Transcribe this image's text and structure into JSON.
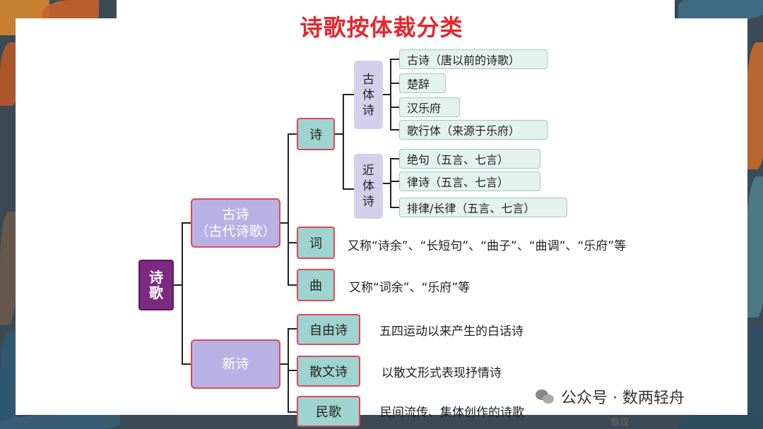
{
  "title": "诗歌按体裁分类",
  "root": {
    "line1": "诗",
    "line2": "歌"
  },
  "ancient": {
    "line1": "古诗",
    "line2": "（古代诗歌）"
  },
  "modern": "新诗",
  "shi": "诗",
  "ci": {
    "label": "词",
    "desc": "又称“诗余”、“长短句”、“曲子”、“曲调”、“乐府”等"
  },
  "qu": {
    "label": "曲",
    "desc": "又称“词余”、“乐府”等"
  },
  "gutishi": {
    "c1": "古",
    "c2": "体",
    "c3": "诗"
  },
  "jintishi": {
    "c1": "近",
    "c2": "体",
    "c3": "诗"
  },
  "gu_items": [
    "古诗（唐以前的诗歌）",
    "楚辞",
    "汉乐府",
    "歌行体（来源于乐府）"
  ],
  "jin_items": [
    "绝句（五言、七言）",
    "律诗（五言、七言）",
    "排律/长律（五言、七言）"
  ],
  "modern_items": [
    {
      "label": "自由诗",
      "desc": "五四运动以来产生的白话诗"
    },
    {
      "label": "散文诗",
      "desc": "以散文形式表现抒情诗"
    },
    {
      "label": "民歌",
      "desc": "民间流传、集体创作的诗歌"
    }
  ],
  "watermark": {
    "text": "公众号 · 数两轻舟",
    "sub": "璐观"
  },
  "colors": {
    "title": "#e3272f",
    "root": "#7b2a80",
    "level1": "#b9b1e4",
    "level2": "#9fd3cf",
    "level3": "#d4d0ec",
    "leaf": "#e4f2ee"
  }
}
